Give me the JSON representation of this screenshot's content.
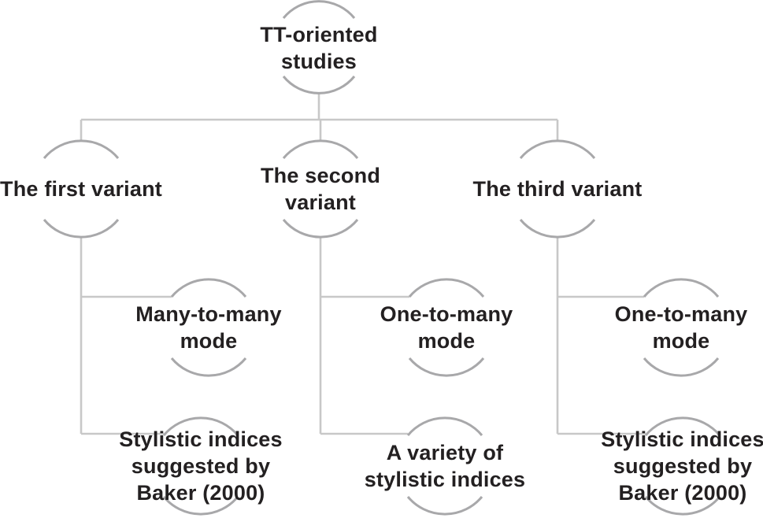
{
  "theme": {
    "background": "#ffffff",
    "arc_color": "#a8a8aa",
    "connector_color": "#c8c8c8",
    "text_color": "#232021"
  },
  "diagram": {
    "type": "tree",
    "nodes": {
      "root": {
        "label": "TT-oriented\nstudies"
      },
      "variant1": {
        "label": "The first variant"
      },
      "variant2": {
        "label": "The second\nvariant"
      },
      "variant3": {
        "label": "The third variant"
      },
      "mode1": {
        "label": "Many-to-many\nmode"
      },
      "mode2": {
        "label": "One-to-many\nmode"
      },
      "mode3": {
        "label": "One-to-many\nmode"
      },
      "indices1": {
        "label": "Stylistic indices\nsuggested by\nBaker (2000)"
      },
      "indices2": {
        "label": "A variety of\nstylistic indices"
      },
      "indices3": {
        "label": "Stylistic indices\nsuggested by\nBaker (2000)"
      }
    }
  }
}
